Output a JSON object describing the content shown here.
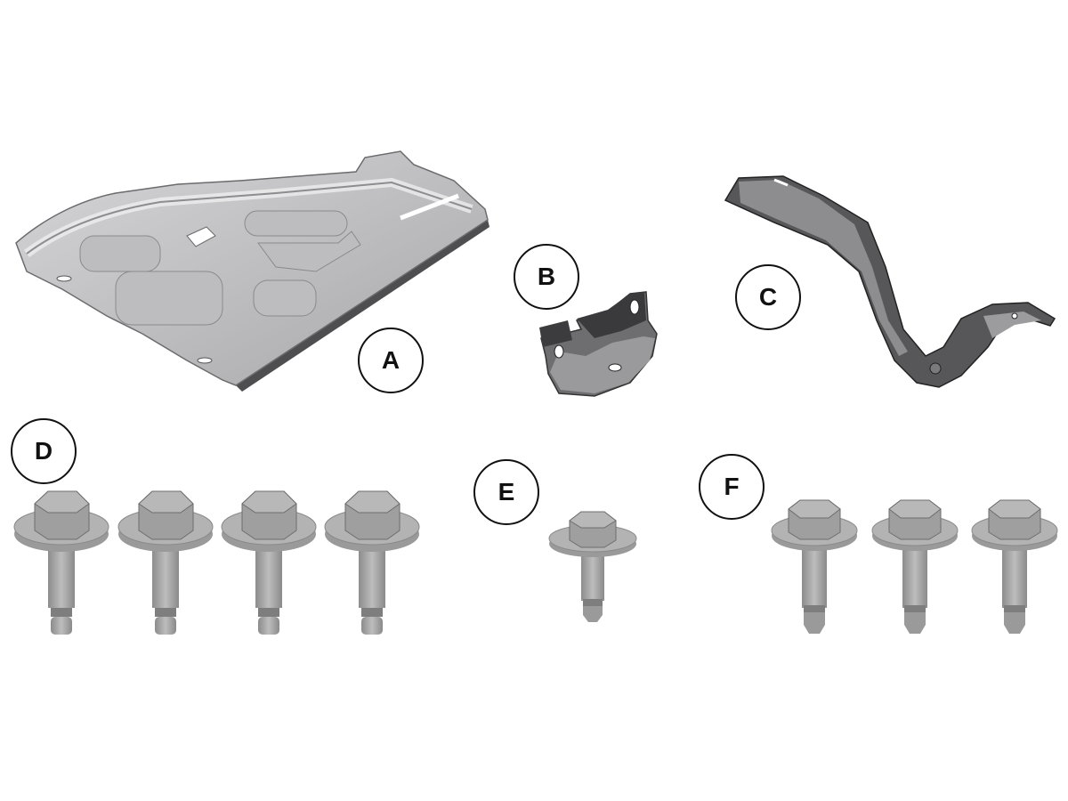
{
  "diagram": {
    "type": "parts-kit",
    "colors": {
      "metal_light": "#c9c9cb",
      "metal_mid": "#a9a9ab",
      "metal_dark": "#5a5a5c",
      "bracket_dark": "#3c3c3e",
      "bolt": "#a3a3a3",
      "outline": "#111111"
    },
    "parts": [
      {
        "id": "A",
        "label": "A",
        "description": "skid plate / shield panel",
        "quantity": 1
      },
      {
        "id": "B",
        "label": "B",
        "description": "small mounting bracket",
        "quantity": 1
      },
      {
        "id": "C",
        "label": "C",
        "description": "curved support bracket",
        "quantity": 1
      },
      {
        "id": "D",
        "label": "D",
        "description": "flange bolt (long, large washer)",
        "quantity": 4
      },
      {
        "id": "E",
        "label": "E",
        "description": "flange bolt (short)",
        "quantity": 1
      },
      {
        "id": "F",
        "label": "F",
        "description": "flange bolt (pointed tip)",
        "quantity": 3
      }
    ]
  }
}
